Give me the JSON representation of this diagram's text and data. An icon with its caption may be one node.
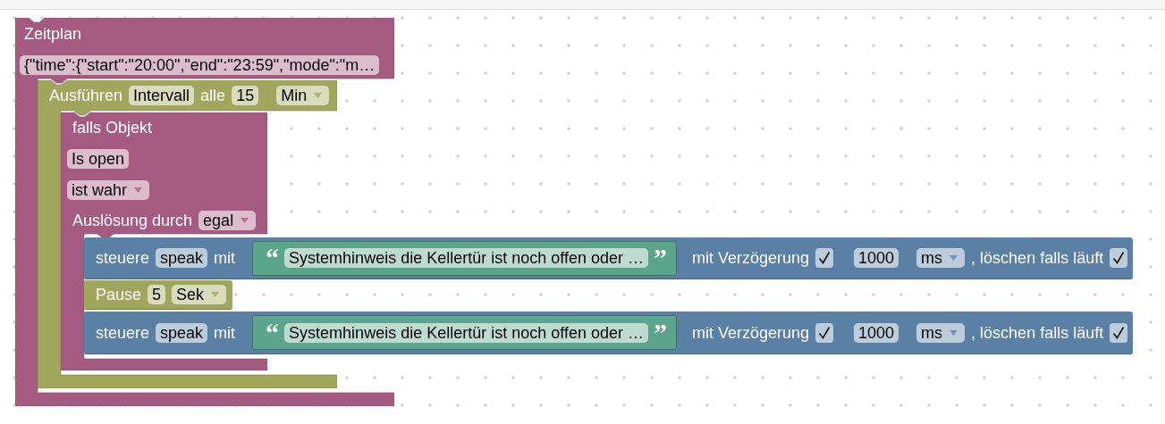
{
  "diagram": {
    "nodes": [
      {
        "text": [
          "Zeitplan"
        ]
      },
      {
        "text": [
          "{\"time\":{\"start\":\"20:00\",\"end\":\"23:59\",\"mode\":\"m…"
        ],
        "in": 0
      },
      {
        "text": [
          "Ausführen",
          "alle"
        ],
        "in": 0
      },
      {
        "text": [
          "Intervall"
        ],
        "in": 2
      },
      {
        "text": [
          "15"
        ],
        "in": 2
      },
      {
        "text": [
          "Min"
        ],
        "in": 2
      },
      {
        "text": [
          "falls Objekt",
          "Auslösung durch"
        ],
        "in": 2
      },
      {
        "text": [
          "Is open"
        ],
        "in": 6
      },
      {
        "text": [
          "ist wahr"
        ],
        "in": 6
      },
      {
        "text": [
          "egal"
        ],
        "in": 6
      },
      {
        "text": [
          "steuere",
          "mit",
          "mit Verzögerung",
          ", löschen falls läuft"
        ]
      },
      {
        "text": [
          "speak"
        ],
        "in": 10
      },
      {
        "text": [
          "“",
          "”"
        ],
        "in": 10
      },
      {
        "text": [
          "Systemhinweis die Kellertür ist noch offen oder …"
        ],
        "in": 12
      },
      {
        "text": [
          "1000"
        ],
        "in": 10
      },
      {
        "text": [
          "ms"
        ],
        "in": 10
      },
      {
        "text": [
          "Pause"
        ],
        "in": 6
      },
      {
        "text": [
          "5"
        ],
        "in": 16
      },
      {
        "text": [
          "Sek"
        ],
        "in": 16
      },
      {
        "text": [
          "steuere",
          "mit",
          "mit Verzögerung",
          ", löschen falls läuft"
        ]
      },
      {
        "text": [
          "speak"
        ],
        "in": 19
      },
      {
        "text": [
          "“",
          "”"
        ],
        "in": 19
      },
      {
        "text": [
          "Systemhinweis die Kellertür ist noch offen oder …"
        ],
        "in": 21
      },
      {
        "text": [
          "1000"
        ],
        "in": 19
      },
      {
        "text": [
          "ms"
        ],
        "in": 19
      }
    ]
  }
}
